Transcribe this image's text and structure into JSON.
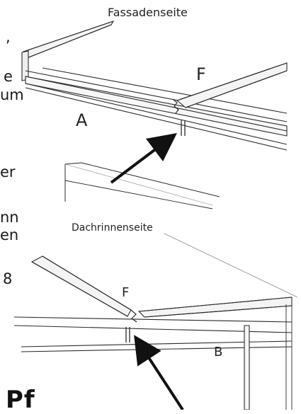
{
  "labels": {
    "fassadenseite": "Fassadenseite",
    "dachrinnenseite": "Dachrinnenseite",
    "letter_f_top": "F",
    "letter_a": "A",
    "letter_f_bottom": "F",
    "letter_b": "B"
  },
  "left_text_fragments": [
    ",",
    "e",
    "um",
    "er",
    "nn",
    "en",
    "8"
  ],
  "bottom_fragment": "Pf",
  "colors": {
    "line": "#2a2a2a",
    "arrow": "#111111",
    "beam_shade": "#f3f3f3"
  }
}
